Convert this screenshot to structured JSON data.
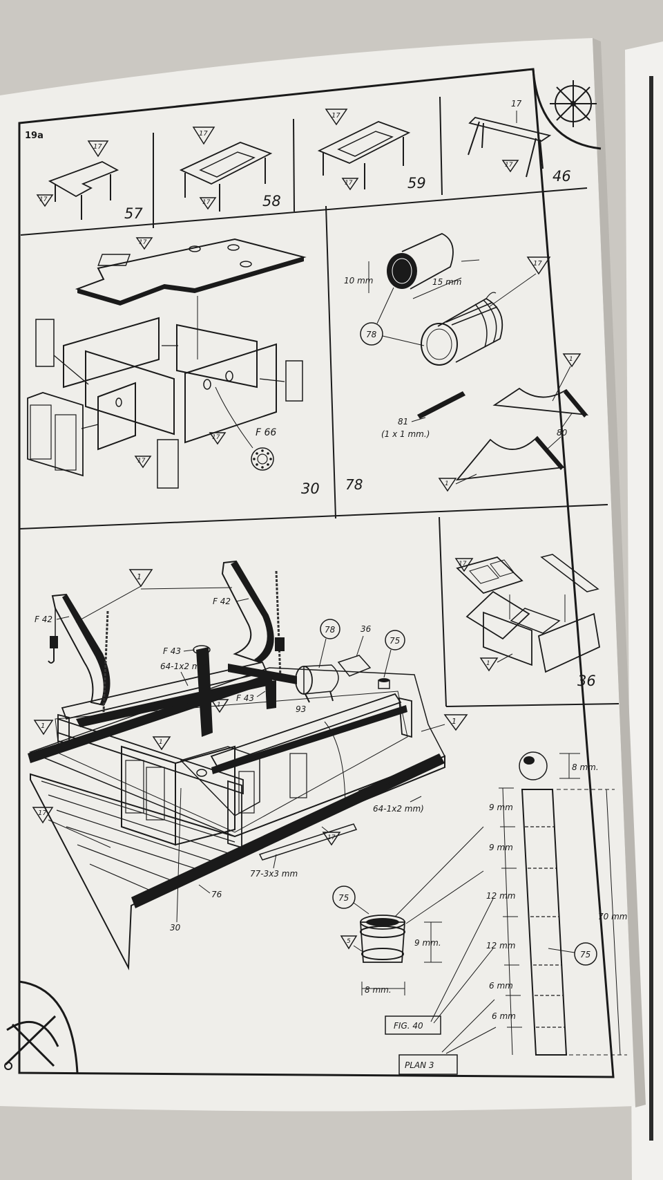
{
  "sheet": {
    "page_id": "19a",
    "plan_label": "PLAN 3",
    "fig_label": "FIG. 40"
  },
  "panels": {
    "p57": {
      "number": "57",
      "tri": [
        "17",
        "17"
      ]
    },
    "p58": {
      "number": "58",
      "tri": [
        "17",
        "17"
      ]
    },
    "p59": {
      "number": "59",
      "tri": [
        "17",
        "17"
      ]
    },
    "p46": {
      "number": "46",
      "tri": [
        "17",
        "17"
      ]
    },
    "p30": {
      "number": "30",
      "tri": [
        "17",
        "17",
        "17"
      ],
      "fitting": "F 66"
    },
    "p78": {
      "number": "78",
      "dim_diameter": "10 mm",
      "dim_length": "15 mm",
      "tri": [
        "17",
        "1",
        "1"
      ],
      "circle": "78",
      "strip": "81",
      "strip_size": "(1 x 1 mm.)",
      "part": "80"
    },
    "p36": {
      "number": "36",
      "tri": [
        "17",
        "1"
      ]
    }
  },
  "assembly": {
    "tri_top": "1",
    "crane_left": "F 42",
    "crane_right": "F 42",
    "bitt": "F 43",
    "bitt2": "F 43",
    "strip_top": "64-1x2 mm",
    "strip_right": "64-1x2 mm)",
    "circle_drum": "78",
    "hatch": "36",
    "circle_bucket": "75",
    "drum_num": "93",
    "tri_a": "1",
    "tri_b": "1",
    "tri_c": "1",
    "tri_d": "1",
    "tri_e": "17",
    "tri_f": "17",
    "strip_bottom": "77-3x3 mm",
    "deck": "76",
    "house": "30"
  },
  "details": {
    "ball_dim": "8 mm.",
    "seg_dims": [
      "9 mm",
      "9 mm",
      "12 mm",
      "12 mm",
      "6 mm",
      "6 mm"
    ],
    "total": "70 mm",
    "circle_pole": "75",
    "bucket_circle": "75",
    "bucket_tri": "5",
    "bucket_height": "9 mm.",
    "bucket_width": "8 mm."
  }
}
